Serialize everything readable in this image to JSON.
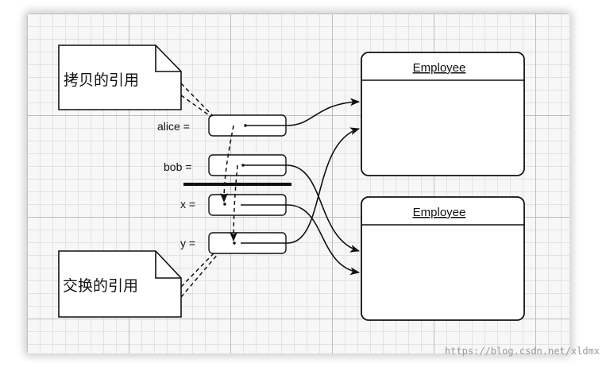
{
  "notes": {
    "copy_refs": "拷贝的引用",
    "swap_refs": "交换的引用"
  },
  "variables": [
    {
      "label": "alice ="
    },
    {
      "label": "bob ="
    },
    {
      "label": "x ="
    },
    {
      "label": "y ="
    }
  ],
  "objects": [
    {
      "title": "Employee"
    },
    {
      "title": "Employee"
    }
  ],
  "watermark": "https://blog.csdn.net/xldmx"
}
